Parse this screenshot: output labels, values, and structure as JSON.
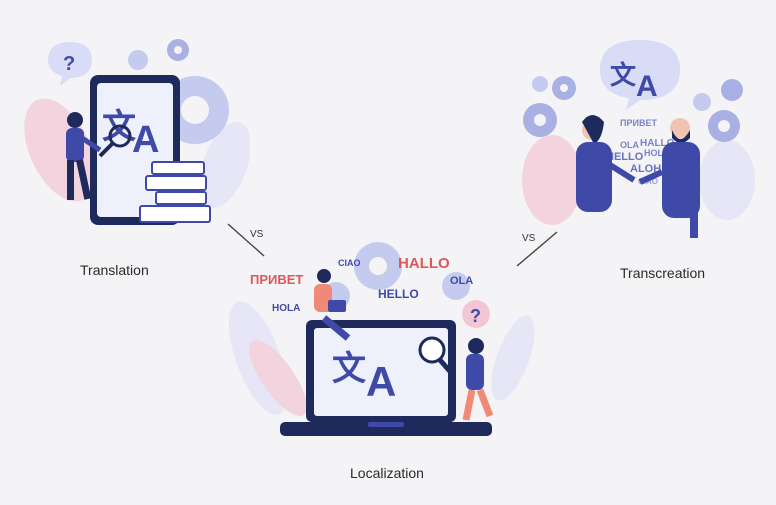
{
  "panels": {
    "translation": {
      "caption": "Translation"
    },
    "transcreation": {
      "caption": "Transcreation"
    },
    "localization": {
      "caption": "Localization"
    }
  },
  "connectors": {
    "left_label": "VS",
    "right_label": "VS"
  },
  "glyphs": {
    "question": "?",
    "translate_char": "文",
    "translate_letter": "A"
  },
  "words": {
    "localization": [
      "ПРИВЕТ",
      "CIAO",
      "HALLO",
      "OLA",
      "HELLO",
      "HOLA"
    ],
    "transcreation": [
      "ПРИВЕТ",
      "OLA",
      "HALLO",
      "HELLO",
      "HOLA",
      "ALOHA",
      "CIAO"
    ]
  },
  "colors": {
    "background": "#f4f4f6",
    "primary_blue": "#3f4aa8",
    "light_blue": "#c9cdf0",
    "pink": "#f3c6d3",
    "red_word": "#e0575b",
    "gear": "#a9b0e3"
  }
}
